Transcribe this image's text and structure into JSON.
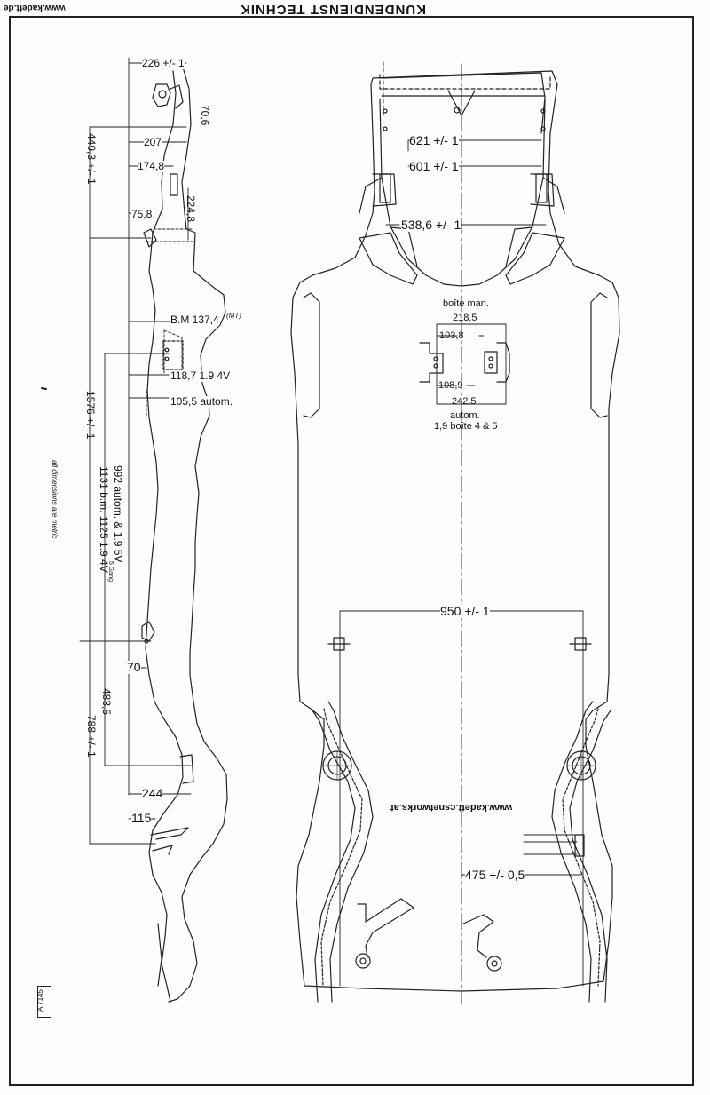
{
  "header": {
    "title": "KUNDENDIENST TECHNIK",
    "url": "www.kadett.de"
  },
  "side_view": {
    "note": "all dimensions are metric",
    "stamp": "A 7145",
    "dims": {
      "d226": "226 +/- 1",
      "d70_6": "70,6",
      "d207": "207",
      "d174_8": "174,8",
      "d224_8": "224,8",
      "d75_8": "75,8",
      "d449": "449,3 +/- 1",
      "bm": "B.M 137,4",
      "mt": "(MT)",
      "d118": "118,7 1.9  4V",
      "d105": "105,5 autom.",
      "d1576": "1576 +/- 1",
      "d992": "992 autom. & 1.9 5V",
      "gang": "5 Gang",
      "d1131": "1131 b.m. 1125 1.9 4V",
      "d70": "70",
      "d483": "483,5",
      "d788": "788 +/- 1",
      "d244": "244",
      "d115": "115"
    }
  },
  "top_view": {
    "watermark": "www.kadett.csnetworks.at",
    "dims": {
      "d621": "621 +/- 1",
      "d601": "601 +/- 1",
      "d538": "538,6 +/- 1",
      "boite_man": "boîte man.",
      "d218": "218,5",
      "d103": "103,8",
      "d108": "108,9",
      "d242": "242,5",
      "autom": "autom.",
      "boite45": "1,9 boîte 4 & 5",
      "d950": "950 +/- 1",
      "d475": "475 +/- 0,5"
    }
  }
}
